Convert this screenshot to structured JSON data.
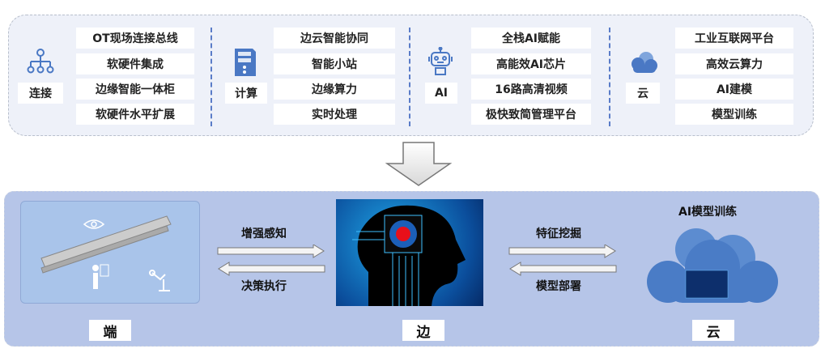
{
  "groups": [
    {
      "label": "连接",
      "icon": "network-hierarchy-icon",
      "items": [
        "OT现场连接总线",
        "软硬件集成",
        "边缘智能一体柜",
        "软硬件水平扩展"
      ]
    },
    {
      "label": "计算",
      "icon": "server-icon",
      "items": [
        "边云智能协同",
        "智能小站",
        "边缘算力",
        "实时处理"
      ]
    },
    {
      "label": "AI",
      "icon": "robot-icon",
      "items": [
        "全栈AI赋能",
        "高能效AI芯片",
        "16路高清视频",
        "极快致简管理平台"
      ]
    },
    {
      "label": "云",
      "icon": "cloud-icon",
      "items": [
        "工业互联网平台",
        "高效云算力",
        "AI建模",
        "模型训练"
      ]
    }
  ],
  "bottom": {
    "end_label": "端",
    "edge_label": "边",
    "cloud_label": "云",
    "left_up": "增强感知",
    "left_down": "决策执行",
    "right_up": "特征挖掘",
    "right_down": "模型部署",
    "cloud_title": "AI模型训练"
  },
  "colors": {
    "accent": "#4a78c4",
    "panel": "#eef1f9",
    "bottom_panel": "#b6c5e8"
  }
}
